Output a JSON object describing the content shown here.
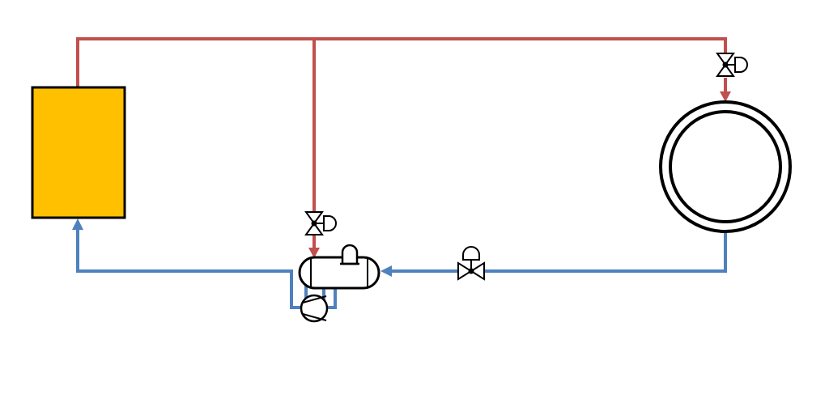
{
  "diagram": {
    "colors": {
      "supply_line": "#C0504D",
      "return_line": "#4F81BD",
      "boiler_fill": "#FFC000",
      "outline": "#000000",
      "background": "#FFFFFF"
    },
    "components": [
      {
        "id": "boiler",
        "type": "rectangular-unit",
        "icon": "boiler-icon"
      },
      {
        "id": "heat-exchanger",
        "type": "double-circle",
        "icon": "heat-exchanger-icon"
      },
      {
        "id": "receiver-tank",
        "type": "horizontal-vessel",
        "icon": "tank-icon"
      },
      {
        "id": "pump",
        "type": "pump",
        "icon": "pump-icon"
      },
      {
        "id": "control-valve-top",
        "type": "three-way-valve-with-actuator",
        "icon": "three-way-valve-icon"
      },
      {
        "id": "control-valve-middle",
        "type": "three-way-valve-with-actuator",
        "icon": "three-way-valve-icon"
      },
      {
        "id": "control-valve-return",
        "type": "two-way-valve-with-actuator",
        "icon": "control-valve-icon"
      }
    ],
    "lines": [
      {
        "id": "supply-header",
        "kind": "supply",
        "icon": "pipe"
      },
      {
        "id": "return-line",
        "kind": "return",
        "icon": "pipe"
      }
    ]
  }
}
